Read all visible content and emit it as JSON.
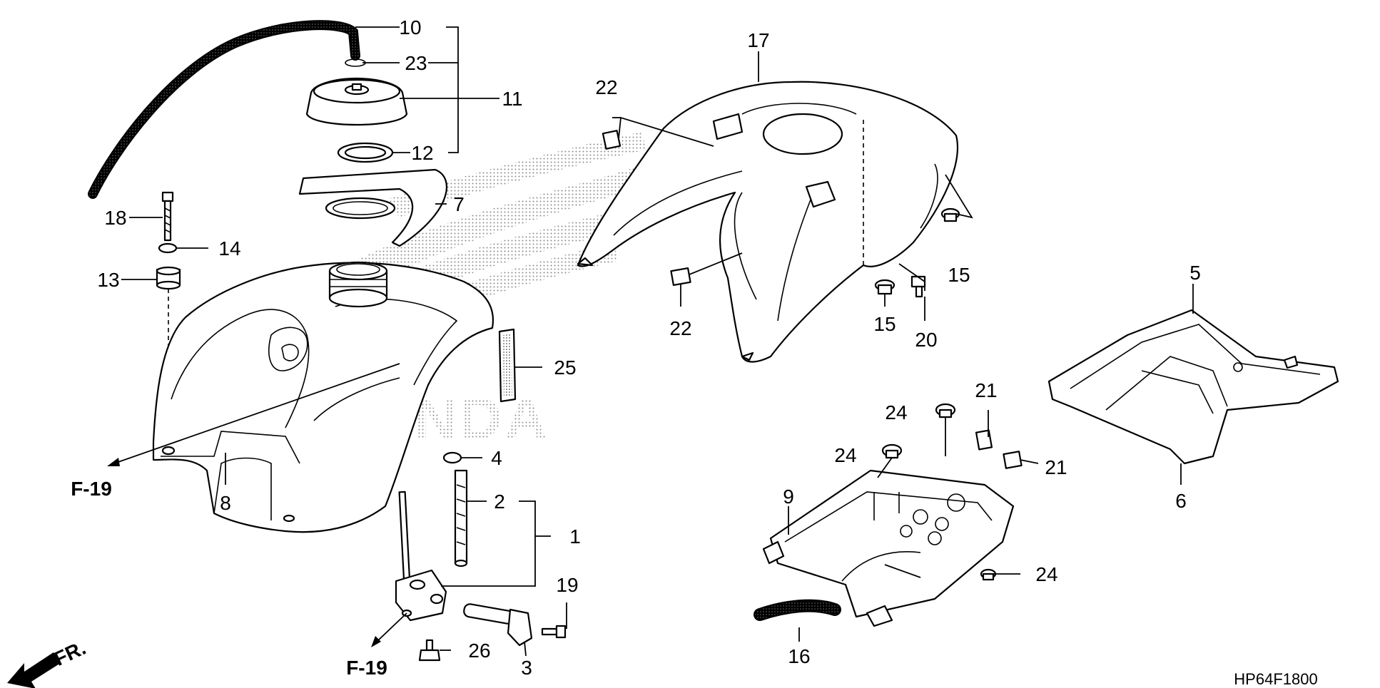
{
  "callouts": {
    "c1": "1",
    "c2": "2",
    "c3": "3",
    "c4": "4",
    "c5": "5",
    "c6": "6",
    "c7": "7",
    "c8": "8",
    "c9": "9",
    "c10": "10",
    "c11": "11",
    "c12": "12",
    "c13": "13",
    "c14": "14",
    "c15a": "15",
    "c15b": "15",
    "c16": "16",
    "c17": "17",
    "c18": "18",
    "c19": "19",
    "c20": "20",
    "c21a": "21",
    "c21b": "21",
    "c22a": "22",
    "c22b": "22",
    "c23": "23",
    "c24a": "24",
    "c24b": "24",
    "c24c": "24",
    "c25": "25",
    "c26": "26"
  },
  "references": {
    "f19_tank": "F-19",
    "f19_cock": "F-19"
  },
  "direction": {
    "front": "FR."
  },
  "watermark": {
    "brand": "HONDA"
  },
  "diagram_code": "HP64F1800",
  "colors": {
    "line": "#000000",
    "background": "#ffffff",
    "watermark_dots": "#8a8a8a"
  }
}
